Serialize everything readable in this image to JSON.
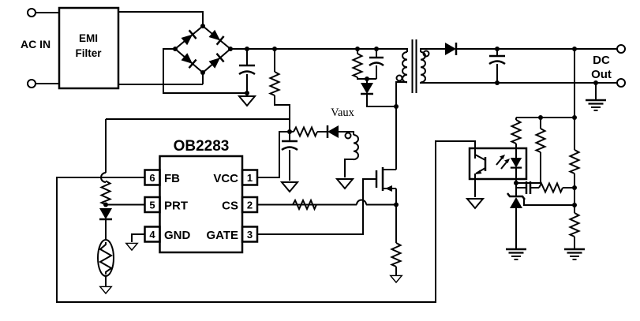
{
  "colors": {
    "ink": "#000000",
    "background": "#ffffff"
  },
  "input": {
    "label": "AC IN"
  },
  "emi_filter": {
    "line1": "EMI",
    "line2": "Filter"
  },
  "ic": {
    "part": "OB2283",
    "pins_left": [
      {
        "number": "6",
        "name": "FB"
      },
      {
        "number": "5",
        "name": "PRT"
      },
      {
        "number": "4",
        "name": "GND"
      }
    ],
    "pins_right": [
      {
        "number": "1",
        "name": "VCC"
      },
      {
        "number": "2",
        "name": "CS"
      },
      {
        "number": "3",
        "name": "GATE"
      }
    ]
  },
  "labels": {
    "aux_rail": "Vaux"
  },
  "output": {
    "line1": "DC",
    "line2": "Out"
  }
}
